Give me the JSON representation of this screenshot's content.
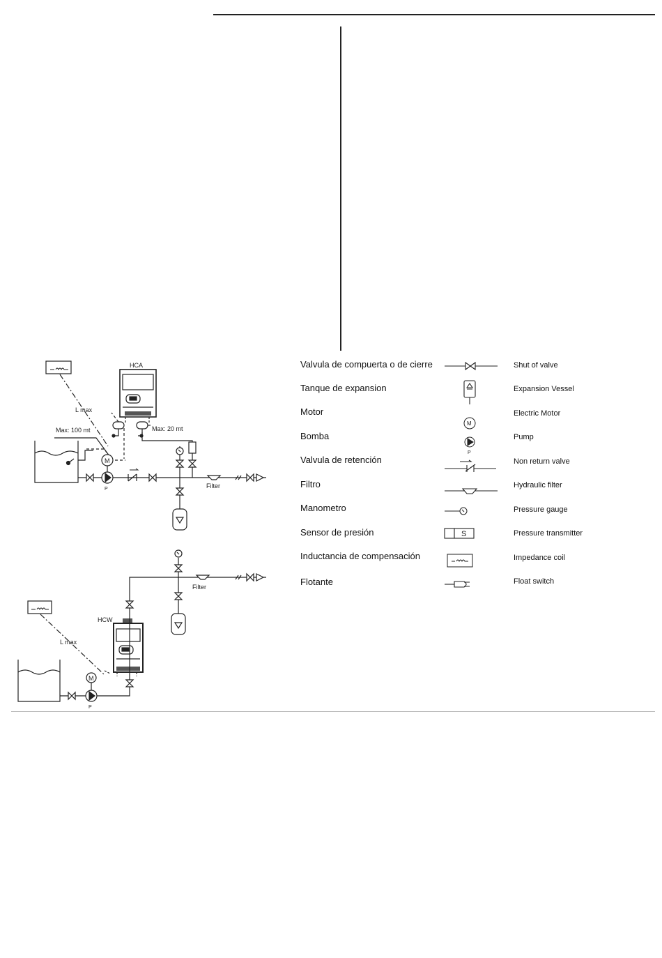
{
  "diagram": {
    "top": {
      "controller_label": "HCA",
      "lmax_label": "L max",
      "max_100_label": "Max: 100 mt",
      "max_20_label": "Max: 20 mt",
      "pump_motor_label": "M",
      "pump_label": "P",
      "filter_label": "Filter"
    },
    "bottom": {
      "controller_label": "HCW",
      "lmax_label": "L max",
      "pump_motor_label": "M",
      "pump_label": "P",
      "filter_label": "Filter"
    }
  },
  "legend": {
    "items": [
      {
        "es": "Valvula de compuerta o de cierre",
        "en": "Shut of valve",
        "icon": "shut-valve-icon"
      },
      {
        "es": "Tanque de expansion",
        "en": "Expansion Vessel",
        "icon": "expansion-vessel-icon"
      },
      {
        "es": "Motor",
        "en": "Electric Motor",
        "icon": "motor-icon"
      },
      {
        "es": "Bomba",
        "en": "Pump",
        "icon": "pump-icon",
        "sub": "P"
      },
      {
        "es": "Valvula de retención",
        "en": "Non return valve",
        "icon": "non-return-valve-icon"
      },
      {
        "es": "Filtro",
        "en": "Hydraulic filter",
        "icon": "filter-icon"
      },
      {
        "es": "Manometro",
        "en": "Pressure gauge",
        "icon": "pressure-gauge-icon"
      },
      {
        "es": "Sensor de presión",
        "en": "Pressure transmitter",
        "icon": "pressure-transmitter-icon",
        "sub": "S"
      },
      {
        "es": "Inductancia de compensación",
        "en": "Impedance coil",
        "icon": "impedance-coil-icon"
      },
      {
        "es": "Flotante",
        "en": "Float switch",
        "icon": "float-switch-icon"
      }
    ]
  }
}
